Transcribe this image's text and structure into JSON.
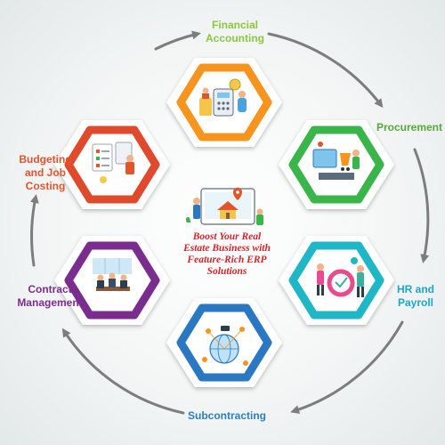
{
  "center": {
    "title": "Boost Your Real Estate Business with Feature-Rich ERP Solutions",
    "icon": "real-estate-house-icon"
  },
  "modules": [
    {
      "key": "financial",
      "label": "Financial Accounting",
      "label_color": "#8cc63f",
      "border_color": "#f7941d",
      "icon": "finance-team-icon"
    },
    {
      "key": "procurement",
      "label": "Procurement",
      "label_color": "#57a83b",
      "border_color": "#39b54a",
      "icon": "procurement-icon"
    },
    {
      "key": "hr",
      "label": "HR and Payroll",
      "label_color": "#1ea7c6",
      "border_color": "#1fb7c7",
      "icon": "hr-payroll-icon"
    },
    {
      "key": "subcontracting",
      "label": "Subcontracting",
      "label_color": "#2a7fbf",
      "border_color": "#2b78c2",
      "icon": "network-globe-icon"
    },
    {
      "key": "contract",
      "label": "Contract Management",
      "label_color": "#7b2d8f",
      "border_color": "#7b2d8f",
      "icon": "meeting-icon"
    },
    {
      "key": "budgeting",
      "label": "Budgeting and Job Costing",
      "label_color": "#e2542b",
      "border_color": "#e04a2c",
      "icon": "budget-checklist-icon"
    }
  ]
}
